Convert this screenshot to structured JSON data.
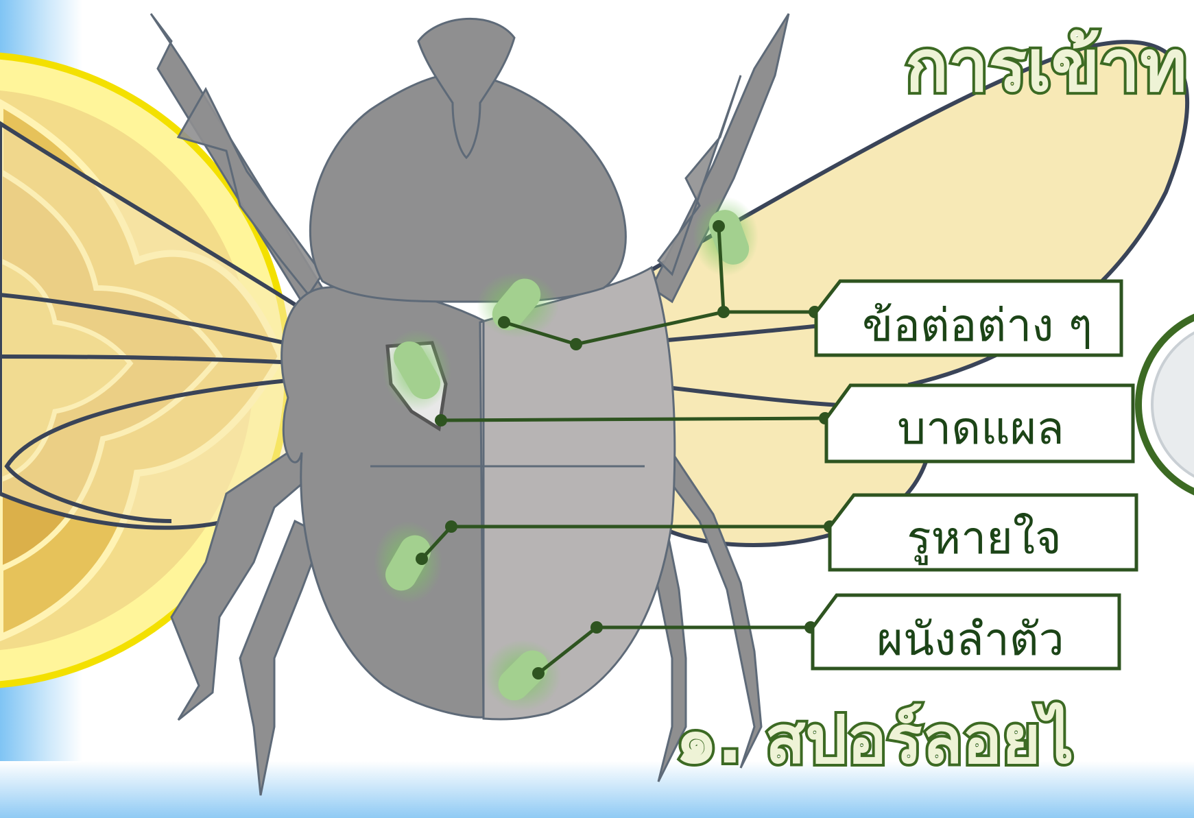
{
  "title": "การเข้าท",
  "subtitle": "๑. สปอร์ลอยไ",
  "labels": [
    {
      "id": "joints",
      "text": "ข้อต่อต่าง ๆ"
    },
    {
      "id": "wound",
      "text": "บาดแผล"
    },
    {
      "id": "spiracle",
      "text": "รูหายใจ"
    },
    {
      "id": "body-wall",
      "text": "ผนังลำตัว"
    }
  ],
  "colors": {
    "beetle_dark": "#8f8f90",
    "beetle_light": "#b7b4b4",
    "wing_fill": "#f7e9b6",
    "spore_green": "#9fd08c",
    "leader_line": "#2e5420",
    "label_border": "#2e5420",
    "title_fill": "#eef3d6",
    "medallion_gold": "#e2b94a",
    "sky_blue": "#9fd0f6"
  },
  "icons": [
    "beetle-illustration",
    "thai-pattern-medallion",
    "spore-icon"
  ]
}
